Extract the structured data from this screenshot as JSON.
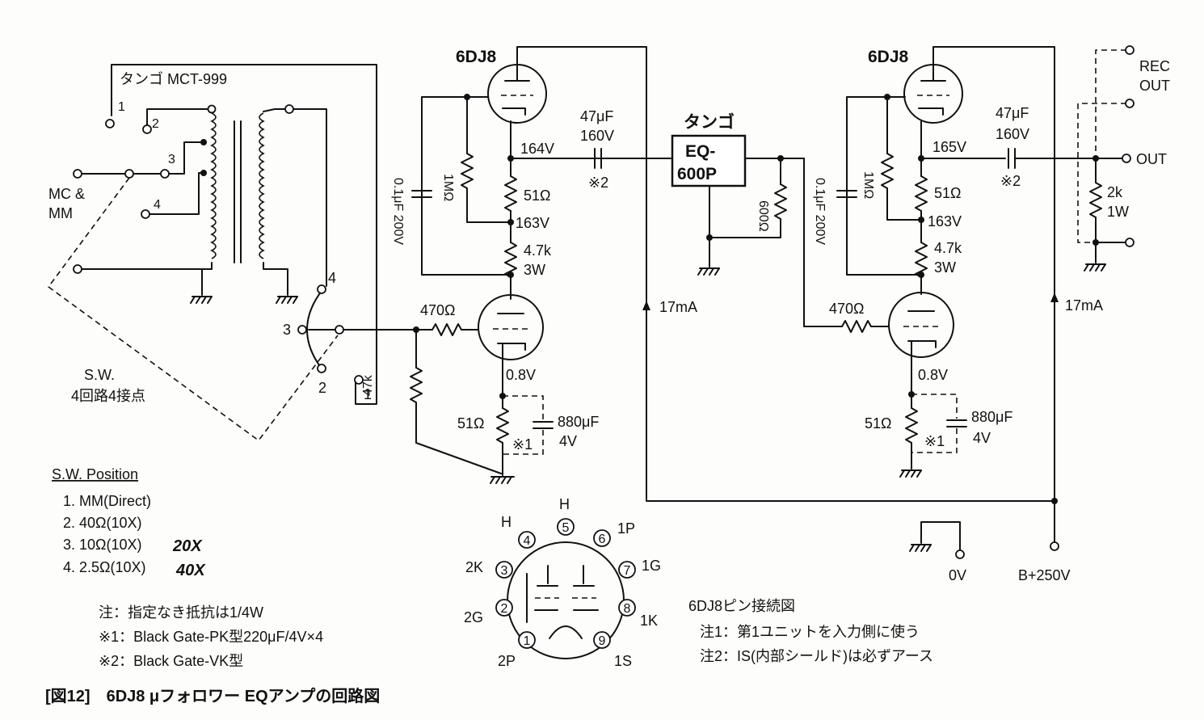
{
  "caption": "[図12]　6DJ8 μフォロワー EQアンプの回路図",
  "tubes": {
    "left": "6DJ8",
    "right": "6DJ8"
  },
  "transformer": {
    "label": "タンゴ MCT-999",
    "taps": [
      "1",
      "2",
      "3",
      "4"
    ]
  },
  "input": {
    "label_line1": "MC &",
    "label_line2": "MM"
  },
  "switch": {
    "label_line1": "S.W.",
    "label_line2": "4回路4接点",
    "contacts": [
      "4",
      "3",
      "2",
      "1"
    ]
  },
  "sw_positions": {
    "title": "S.W. Position",
    "items": [
      {
        "text": "1.  MM(Direct)",
        "note": ""
      },
      {
        "text": "2.  40Ω(10X)",
        "note": ""
      },
      {
        "text": "3.  10Ω(10X)",
        "note": "20X"
      },
      {
        "text": "4.  2.5Ω(10X)",
        "note": "40X"
      }
    ]
  },
  "left_stage": {
    "r_in": "470Ω",
    "r_grid": "47k",
    "cap_coupling": "0.1μF 200V",
    "r_bias": "1MΩ",
    "v_plate": "164V",
    "r_plate": "51Ω",
    "v_mid": "163V",
    "r_load_line1": "4.7k",
    "r_load_line2": "3W",
    "v_cathode": "0.8V",
    "r_cathode": "51Ω",
    "c_cathode_line1": "880μF",
    "c_cathode_line2": "4V",
    "c_cathode_note": "※1",
    "c_out_line1": "47μF",
    "c_out_line2": "160V",
    "c_out_note": "※2",
    "current": "17mA"
  },
  "eq_network": {
    "label_top": "タンゴ",
    "box_line1": "EQ-",
    "box_line2": "600P",
    "r_term": "600Ω"
  },
  "right_stage": {
    "r_in": "470Ω",
    "cap_coupling": "0.1μF 200V",
    "r_bias": "1MΩ",
    "v_plate": "165V",
    "r_plate": "51Ω",
    "v_mid": "163V",
    "r_load_line1": "4.7k",
    "r_load_line2": "3W",
    "v_cathode": "0.8V",
    "r_cathode": "51Ω",
    "c_cathode_line1": "880μF",
    "c_cathode_line2": "4V",
    "c_cathode_note": "※1",
    "c_out_line1": "47μF",
    "c_out_line2": "160V",
    "c_out_note": "※2",
    "current": "17mA"
  },
  "output": {
    "rec_out_line1": "REC",
    "rec_out_line2": "OUT",
    "out": "OUT",
    "r_out_line1": "2k",
    "r_out_line2": "1W"
  },
  "power": {
    "ground": "0V",
    "supply": "B+250V"
  },
  "pinout": {
    "title": "6DJ8ピン接続図",
    "pins": [
      {
        "num": "1",
        "label": "2P"
      },
      {
        "num": "2",
        "label": "2G"
      },
      {
        "num": "3",
        "label": "2K"
      },
      {
        "num": "4",
        "label": "H"
      },
      {
        "num": "5",
        "label": "H"
      },
      {
        "num": "6",
        "label": "1P"
      },
      {
        "num": "7",
        "label": "1G"
      },
      {
        "num": "8",
        "label": "1K"
      },
      {
        "num": "9",
        "label": "1S"
      }
    ],
    "note1": "注1：第1ユニットを入力側に使う",
    "note2": "注2：IS(内部シールド)は必ずアース"
  },
  "notes": {
    "line1": "注：指定なき抵抗は1/4W",
    "line2": "※1：Black Gate-PK型220μF/4V×4",
    "line3": "※2：Black Gate-VK型"
  }
}
